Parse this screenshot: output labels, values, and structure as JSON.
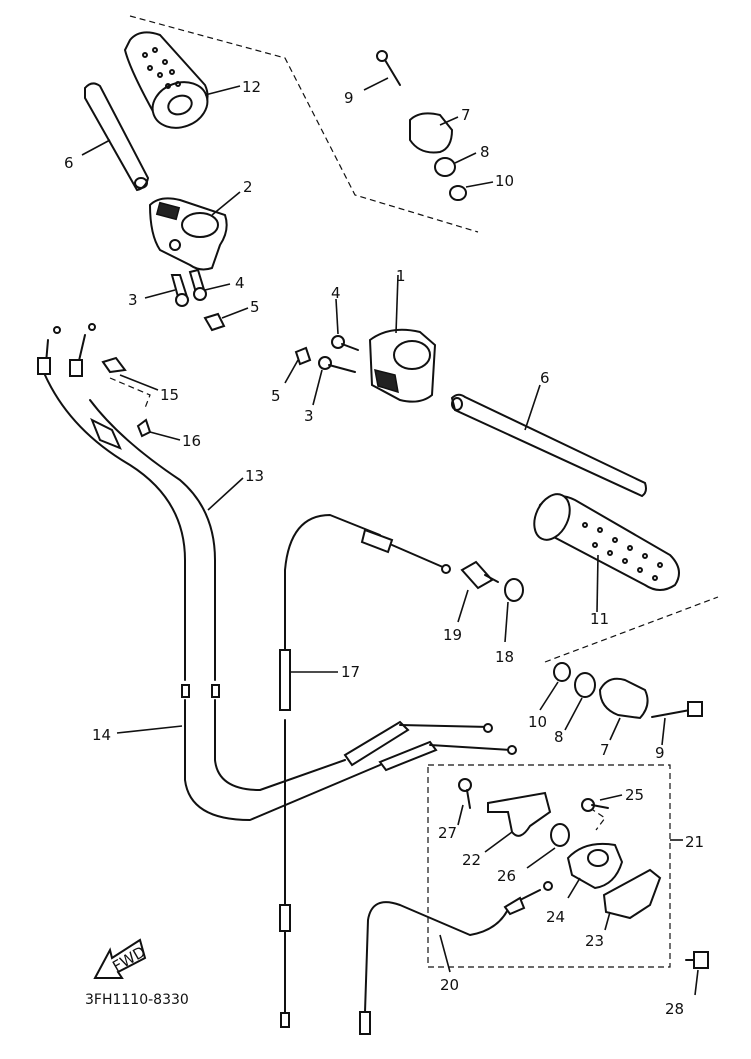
{
  "diagram_code": "3FH1110-8330",
  "fwd_label": "FWD",
  "callouts": [
    {
      "id": "c12a",
      "text": "12"
    },
    {
      "id": "c6a",
      "text": "6"
    },
    {
      "id": "c2",
      "text": "2"
    },
    {
      "id": "c3a",
      "text": "3"
    },
    {
      "id": "c4a",
      "text": "4"
    },
    {
      "id": "c5a",
      "text": "5"
    },
    {
      "id": "c9a",
      "text": "9"
    },
    {
      "id": "c7a",
      "text": "7"
    },
    {
      "id": "c8a",
      "text": "8"
    },
    {
      "id": "c10a",
      "text": "10"
    },
    {
      "id": "c1",
      "text": "1"
    },
    {
      "id": "c4b",
      "text": "4"
    },
    {
      "id": "c5b",
      "text": "5"
    },
    {
      "id": "c3b",
      "text": "3"
    },
    {
      "id": "c6b",
      "text": "6"
    },
    {
      "id": "c15",
      "text": "15"
    },
    {
      "id": "c16",
      "text": "16"
    },
    {
      "id": "c13",
      "text": "13"
    },
    {
      "id": "c11",
      "text": "11"
    },
    {
      "id": "c19",
      "text": "19"
    },
    {
      "id": "c18",
      "text": "18"
    },
    {
      "id": "c17",
      "text": "17"
    },
    {
      "id": "c14",
      "text": "14"
    },
    {
      "id": "c10b",
      "text": "10"
    },
    {
      "id": "c8b",
      "text": "8"
    },
    {
      "id": "c7b",
      "text": "7"
    },
    {
      "id": "c9b",
      "text": "9"
    },
    {
      "id": "c25",
      "text": "25"
    },
    {
      "id": "c27",
      "text": "27"
    },
    {
      "id": "c21",
      "text": "21"
    },
    {
      "id": "c22",
      "text": "22"
    },
    {
      "id": "c26",
      "text": "26"
    },
    {
      "id": "c24",
      "text": "24"
    },
    {
      "id": "c23",
      "text": "23"
    },
    {
      "id": "c20",
      "text": "20"
    },
    {
      "id": "c28",
      "text": "28"
    }
  ]
}
